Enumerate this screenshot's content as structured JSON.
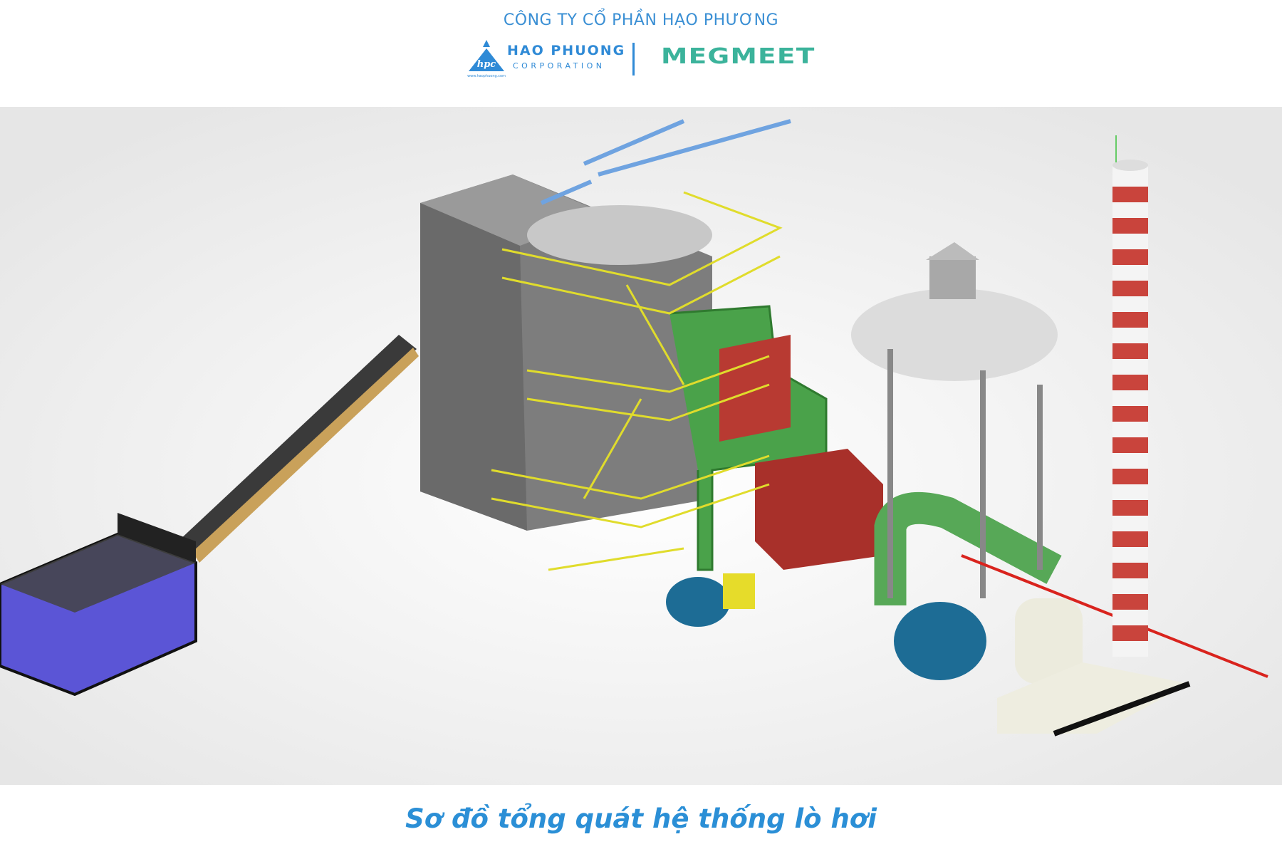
{
  "header": {
    "company_name": "CÔNG TY CỔ PHẦN HẠO PHƯƠNG",
    "logo_left": {
      "name": "HAO PHUONG",
      "subtitle": "CORPORATION",
      "mark_text": "hpc",
      "url_text": "www.haophuong.com"
    },
    "logo_right": {
      "name": "MEGMEET"
    }
  },
  "colors": {
    "brand_blue": "#2f8ad6",
    "megmeet_green": "#3bb39b"
  },
  "caption": "Sơ đồ tổng quát hệ thống lò hơi"
}
